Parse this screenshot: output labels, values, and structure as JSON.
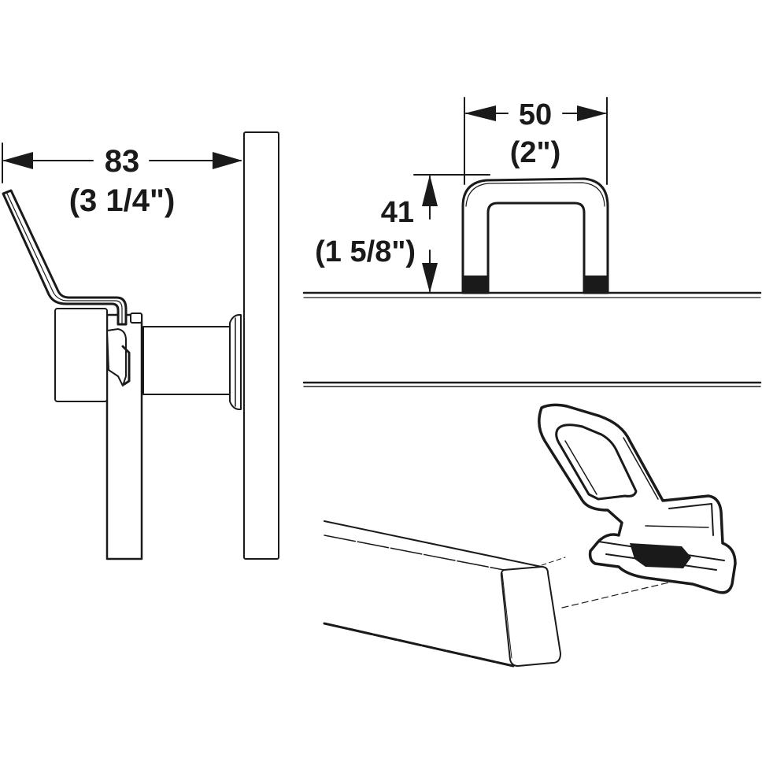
{
  "diagram": {
    "type": "technical-product-drawing",
    "views": [
      {
        "id": "side-view",
        "description": "Side view of handle mounted on rail"
      },
      {
        "id": "top-view",
        "description": "Front view of U-shaped handle on rail"
      },
      {
        "id": "perspective-view",
        "description": "Exploded perspective of handle clip and rail"
      }
    ],
    "dimensions": {
      "depth": {
        "metric": "83",
        "imperial": "(3 1/4\")"
      },
      "width": {
        "metric": "50",
        "imperial": "(2\")"
      },
      "height": {
        "metric": "41",
        "imperial": "(1 5/8\")"
      }
    },
    "colors": {
      "line": "#1a1a1a",
      "background": "#ffffff"
    }
  }
}
